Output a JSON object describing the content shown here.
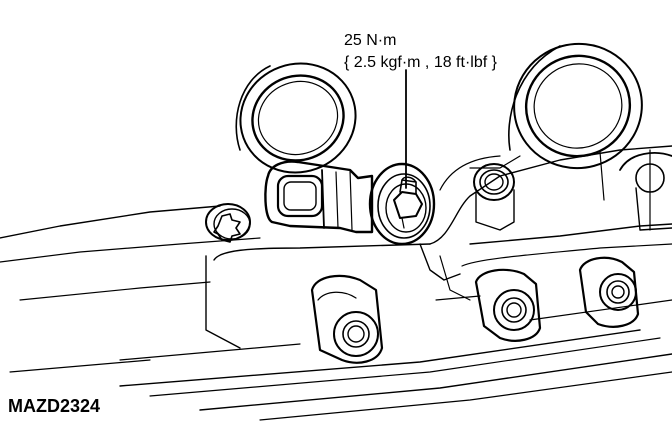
{
  "torque_spec": {
    "line1": "25 N·m",
    "line2": "{ 2.5 kgf·m , 18 ft·lbf }"
  },
  "figure_code": "MAZD2324",
  "colors": {
    "ink": "#000000",
    "paper": "#ffffff"
  }
}
